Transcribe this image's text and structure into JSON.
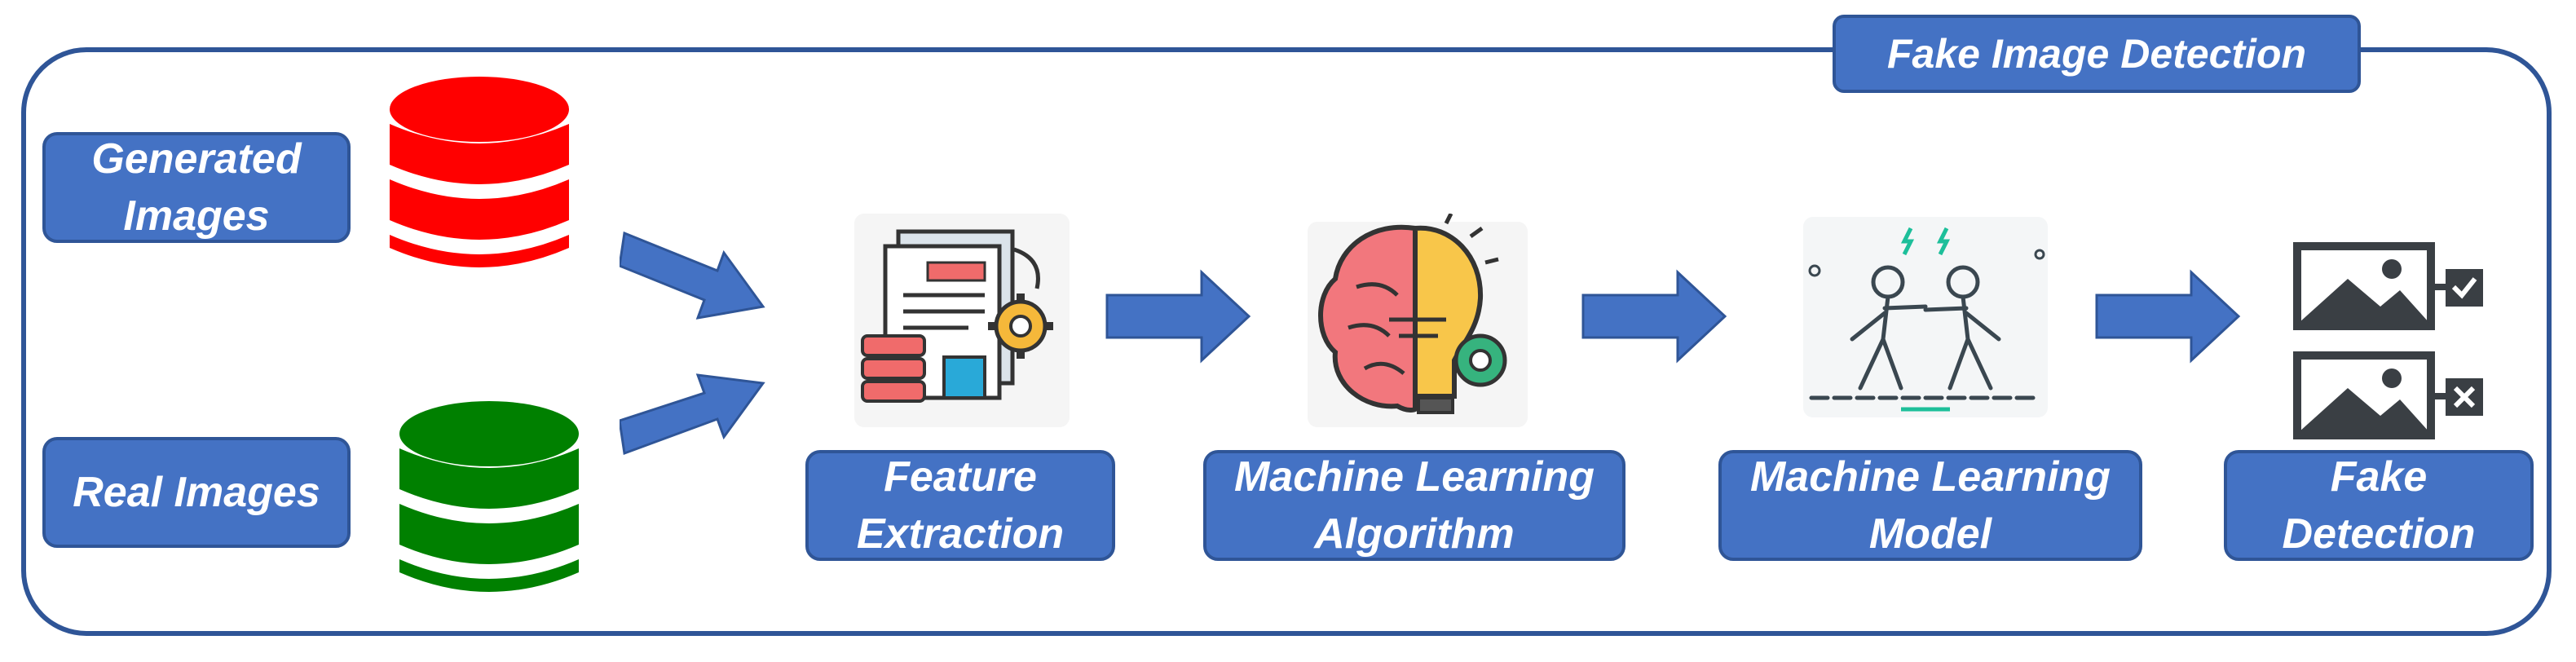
{
  "diagram": {
    "title": "Fake Image Detection",
    "inputs": {
      "generated": {
        "line1": "Generated",
        "line2": "Images"
      },
      "real": {
        "line1": "Real Images"
      }
    },
    "steps": [
      {
        "line1": "Feature",
        "line2": "Extraction"
      },
      {
        "line1": "Machine Learning",
        "line2": "Algorithm"
      },
      {
        "line1": "Machine Learning",
        "line2": "Model"
      },
      {
        "line1": "Fake",
        "line2": "Detection"
      }
    ],
    "colors": {
      "box_fill": "#4472c4",
      "box_border": "#2f5597",
      "generated_db": "#ff0000",
      "real_db": "#008000",
      "arrow": "#4472c4"
    },
    "icons": [
      "database-icon",
      "document-gear-icon",
      "brain-bulb-icon",
      "fighters-icon",
      "image-check-icon",
      "image-cross-icon"
    ]
  }
}
